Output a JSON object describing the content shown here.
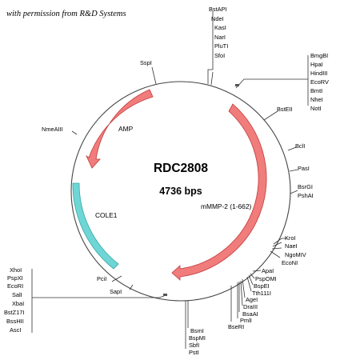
{
  "credit": "with permission from R&D Systems",
  "plasmid": {
    "name": "RDC2808",
    "size": "4736 bps"
  },
  "features": {
    "mmp2": "mMMP-2 (1-662)",
    "amp": "AMP",
    "cole1": "COLE1"
  },
  "colors": {
    "cds_fill": "#f07c7c",
    "cds_stroke": "#c23a3a",
    "ori_fill": "#6fd6d6",
    "ori_stroke": "#3aa6a6",
    "backbone": "#444444"
  },
  "sites": {
    "top": [
      "BstAPI",
      "NdeI",
      "KasI",
      "NarI",
      "PluTI",
      "SfoI"
    ],
    "sspi": "SspI",
    "nmeaiii": "NmeAIII",
    "right_top": [
      "BmgBI",
      "HpaI",
      "HindIII",
      "EcoRV",
      "BmtI",
      "NheI",
      "NotI"
    ],
    "bsteii": "BstEII",
    "bcli": "BclI",
    "pasi": "PasI",
    "bsrgi": [
      "BsrGI",
      "PshAI"
    ],
    "kroi": [
      "KroI",
      "NaeI",
      "NgoMIV",
      "EcoNI"
    ],
    "apai": [
      "ApaI",
      "PspOMI",
      "BspEI",
      "Tth111I"
    ],
    "agei": [
      "AgeI",
      "DraIII",
      "BsaAI",
      "PmlI"
    ],
    "bseri": "BseRI",
    "bottom": [
      "BsmI",
      "BspMI",
      "SbfI",
      "PstI"
    ],
    "left_bottom": [
      "XhoI",
      "PspXI",
      "EcoRI",
      "SalI",
      "XbaI",
      "BstZ17I",
      "BssHII",
      "AscI"
    ],
    "pcii": "PciI",
    "sapi": "SapI"
  }
}
